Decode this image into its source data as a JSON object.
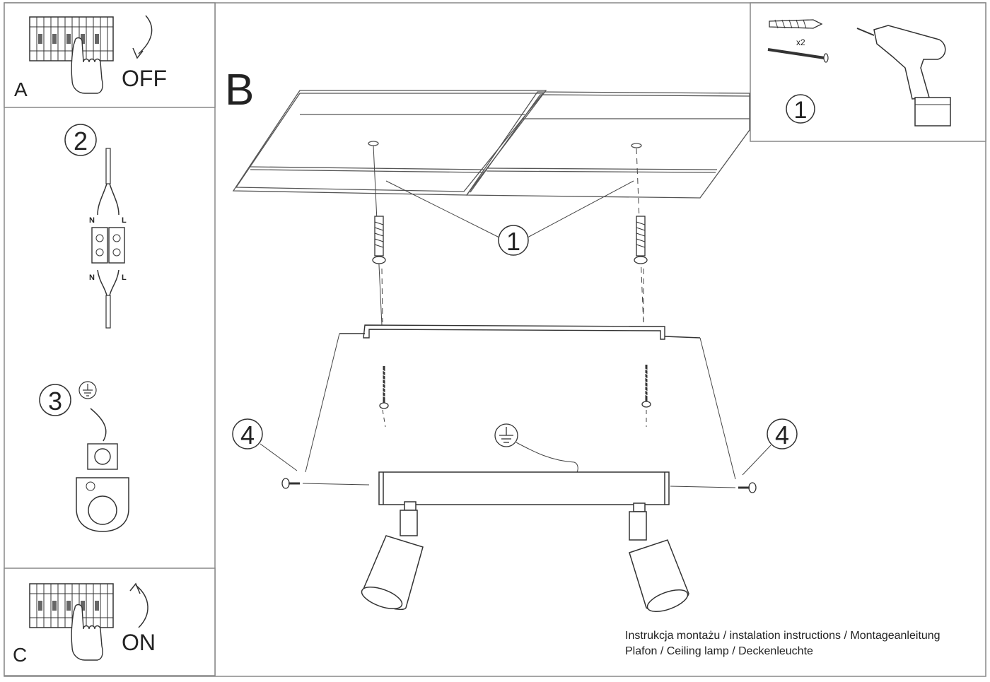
{
  "panels": {
    "A": {
      "letter": "A",
      "state": "OFF",
      "icon": "breaker-switch-off-icon"
    },
    "B": {
      "letter": "B"
    },
    "C": {
      "letter": "C",
      "state": "ON",
      "icon": "breaker-switch-on-icon"
    }
  },
  "steps": {
    "step1": "1",
    "step2": "2",
    "step3": "3",
    "step4": "4"
  },
  "wiring": {
    "neutral": "N",
    "live": "L"
  },
  "parts": {
    "quantity": "x2",
    "icons": [
      "wall-plug-icon",
      "screw-icon",
      "drill-icon",
      "ground-symbol-icon"
    ]
  },
  "caption": {
    "line1": "Instrukcja montażu / instalation instructions / Montageanleitung",
    "line2": "Plafon / Ceiling lamp / Deckenleuchte"
  },
  "colors": {
    "line": "#333333",
    "frame": "#888888",
    "background": "#ffffff"
  }
}
